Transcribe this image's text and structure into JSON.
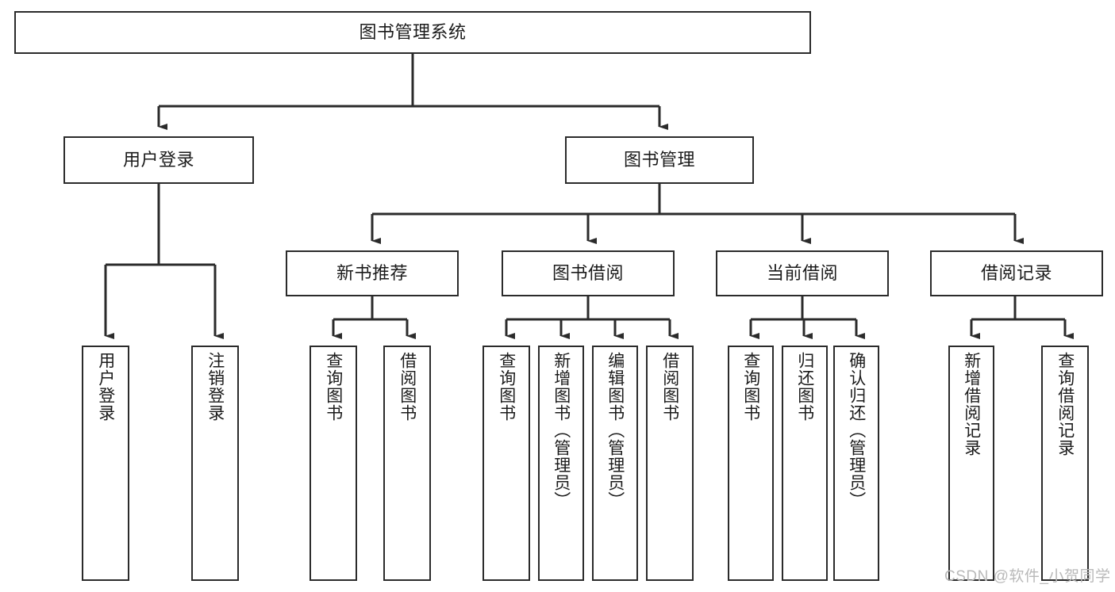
{
  "diagram": {
    "type": "tree-hierarchy",
    "title": "图书管理系统",
    "root": {
      "id": "root",
      "label": "图书管理系统",
      "orientation": "horizontal"
    },
    "level2": [
      {
        "id": "user-login",
        "label": "用户登录",
        "orientation": "horizontal"
      },
      {
        "id": "book-manage",
        "label": "图书管理",
        "orientation": "horizontal"
      }
    ],
    "level3": [
      {
        "id": "new-book-recommend",
        "label": "新书推荐",
        "orientation": "horizontal",
        "parent": "book-manage"
      },
      {
        "id": "book-borrow",
        "label": "图书借阅",
        "orientation": "horizontal",
        "parent": "book-manage"
      },
      {
        "id": "current-borrow",
        "label": "当前借阅",
        "orientation": "horizontal",
        "parent": "book-manage"
      },
      {
        "id": "borrow-record",
        "label": "借阅记录",
        "orientation": "horizontal",
        "parent": "book-manage"
      }
    ],
    "leaves": [
      {
        "id": "leaf-user-login",
        "label": "用户登录",
        "parent": "user-login",
        "orientation": "vertical"
      },
      {
        "id": "leaf-user-logout",
        "label": "注销登录",
        "parent": "user-login",
        "orientation": "vertical"
      },
      {
        "id": "leaf-query-book-1",
        "label": "查询图书",
        "parent": "new-book-recommend",
        "orientation": "vertical"
      },
      {
        "id": "leaf-borrow-book-1",
        "label": "借阅图书",
        "parent": "new-book-recommend",
        "orientation": "vertical"
      },
      {
        "id": "leaf-query-book-2",
        "label": "查询图书",
        "parent": "book-borrow",
        "orientation": "vertical"
      },
      {
        "id": "leaf-add-book",
        "label": "新增图书（管理员）",
        "parent": "book-borrow",
        "orientation": "vertical"
      },
      {
        "id": "leaf-edit-book",
        "label": "编辑图书（管理员）",
        "parent": "book-borrow",
        "orientation": "vertical"
      },
      {
        "id": "leaf-borrow-book-2",
        "label": "借阅图书",
        "parent": "book-borrow",
        "orientation": "vertical"
      },
      {
        "id": "leaf-query-book-3",
        "label": "查询图书",
        "parent": "current-borrow",
        "orientation": "vertical"
      },
      {
        "id": "leaf-return-book",
        "label": "归还图书",
        "parent": "current-borrow",
        "orientation": "vertical"
      },
      {
        "id": "leaf-confirm-return",
        "label": "确认归还（管理员）",
        "parent": "current-borrow",
        "orientation": "vertical"
      },
      {
        "id": "leaf-add-record",
        "label": "新增借阅记录",
        "parent": "borrow-record",
        "orientation": "vertical"
      },
      {
        "id": "leaf-query-record",
        "label": "查询借阅记录",
        "parent": "borrow-record",
        "orientation": "vertical"
      }
    ]
  },
  "watermark": {
    "text": "CSDN @软件_小贺同学"
  },
  "colors": {
    "stroke": "#2b2b2b",
    "background": "#ffffff",
    "text": "#1b1b1b",
    "watermark": "#b9b9b9"
  }
}
